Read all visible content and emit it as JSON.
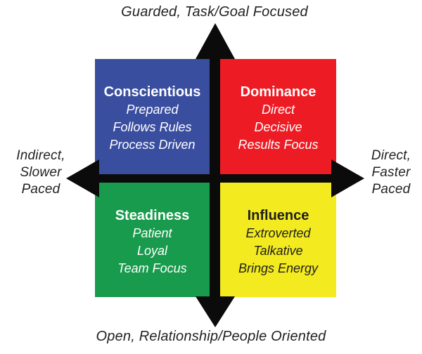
{
  "axis_labels": {
    "top": "Guarded, Task/Goal Focused",
    "bottom": "Open, Relationship/People Oriented",
    "left": [
      "Indirect,",
      "Slower",
      "Paced"
    ],
    "right": [
      "Direct,",
      "Faster",
      "Paced"
    ]
  },
  "quadrants": {
    "conscientious": {
      "title": "Conscientious",
      "traits": [
        "Prepared",
        "Follows Rules",
        "Process Driven"
      ]
    },
    "dominance": {
      "title": "Dominance",
      "traits": [
        "Direct",
        "Decisive",
        "Results Focus"
      ]
    },
    "steadiness": {
      "title": "Steadiness",
      "traits": [
        "Patient",
        "Loyal",
        "Team Focus"
      ]
    },
    "influence": {
      "title": "Influence",
      "traits": [
        "Extroverted",
        "Talkative",
        "Brings Energy"
      ]
    }
  },
  "colors": {
    "conscientious_blue": "#3a4ea0",
    "dominance_red": "#ed1c24",
    "steadiness_green": "#199b4d",
    "influence_yellow": "#f3ea1f",
    "arrow_black": "#0b0b0b",
    "quadrant_text_light": "#ffffff",
    "quadrant_text_dark": "#1e1e1e",
    "axis_label_text": "#231f20"
  }
}
